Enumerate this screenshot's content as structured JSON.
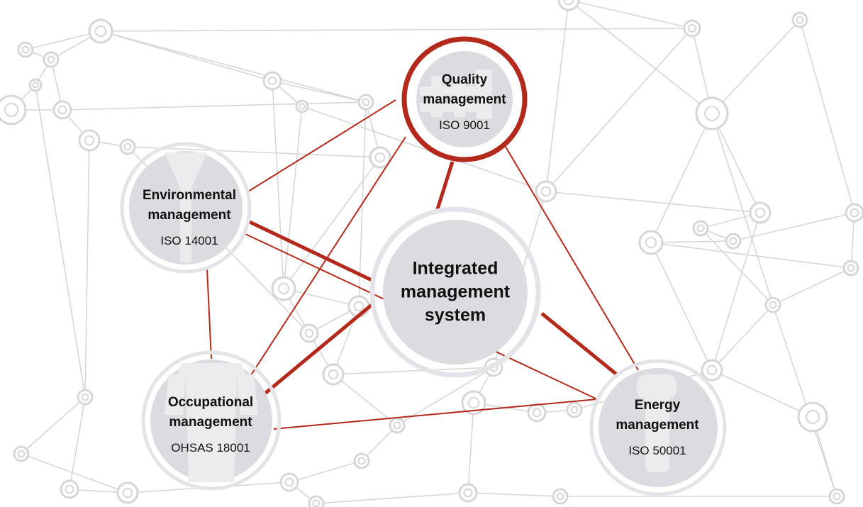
{
  "center": {
    "name_lines": [
      "Integrated",
      "management",
      "system"
    ]
  },
  "nodes": [
    {
      "id": "quality",
      "name_lines": [
        "Quality",
        "management"
      ],
      "standard": "ISO 9001",
      "icon": "number-one-icon"
    },
    {
      "id": "environmental",
      "name_lines": [
        "Environmental",
        "management"
      ],
      "standard": "ISO 14001",
      "icon": "tree-icon"
    },
    {
      "id": "occupational",
      "name_lines": [
        "Occupational",
        "management"
      ],
      "standard": "OHSAS 18001",
      "icon": "shirt-icon"
    },
    {
      "id": "energy",
      "name_lines": [
        "Energy",
        "management"
      ],
      "standard": "ISO 50001",
      "icon": "light-bulb-icon"
    }
  ],
  "colors": {
    "accent": "#b32a1c",
    "node_fill": "#dcdce0",
    "node_ring": "#e4e4e8",
    "background_network": "#d6d6d6",
    "icon_fill": "#ececef"
  }
}
